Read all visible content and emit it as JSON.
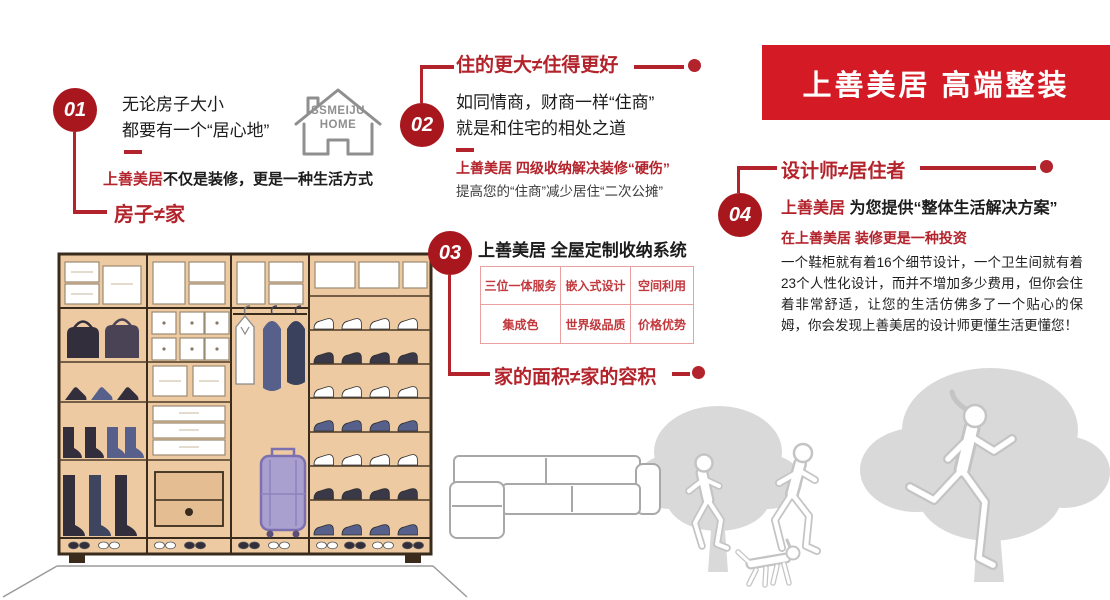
{
  "banner": {
    "title": "上善美居 高端整装"
  },
  "logo": {
    "line1": "SSMEIJU",
    "line2": "HOME"
  },
  "colors": {
    "banner_red": "#d31a25",
    "badge_red": "#a8171e",
    "accent_red": "#b3232b",
    "wardrobe_tan": "#eecaa2",
    "silhouette_gray": "#d9d9d9"
  },
  "steps": {
    "s1": {
      "number": "01",
      "text_line1": "无论房子大小",
      "text_line2": "都要有一个“居心地”",
      "tagline_red": "上善美居",
      "tagline_rest": "不仅是装修，更是一种生活方式",
      "slogan": "房子≠家"
    },
    "s2": {
      "number": "02",
      "headline": "住的更大≠住得更好",
      "text_line1": "如同情商，财商一样“住商”",
      "text_line2": "就是和住宅的相处之道",
      "note_red": "上善美居 四级收纳解决装修“硬伤”",
      "note_sub": "提高您的“住商”减少居住“二次公摊”"
    },
    "s3": {
      "number": "03",
      "title": "上善美居 全屋定制收纳系统",
      "table": [
        [
          "三位一体服务",
          "嵌入式设计",
          "空间利用"
        ],
        [
          "集成色",
          "世界级品质",
          "价格优势"
        ]
      ],
      "slogan": "家的面积≠家的容积"
    },
    "s4": {
      "number": "04",
      "headline": "设计师≠居住者",
      "lead_red": "上善美居",
      "lead_rest": " 为您提供“整体生活解决方案”",
      "invest_line": "在上善美居 装修更是一种投资",
      "body": "一个鞋柜就有着16个细节设计，一个卫生间就有着23个人性化设计，而并不增加多少费用，但你会住着非常舒适，让您的生活仿佛多了一个贴心的保姆，你会发现上善美居的设计师更懂生活更懂您！"
    }
  }
}
